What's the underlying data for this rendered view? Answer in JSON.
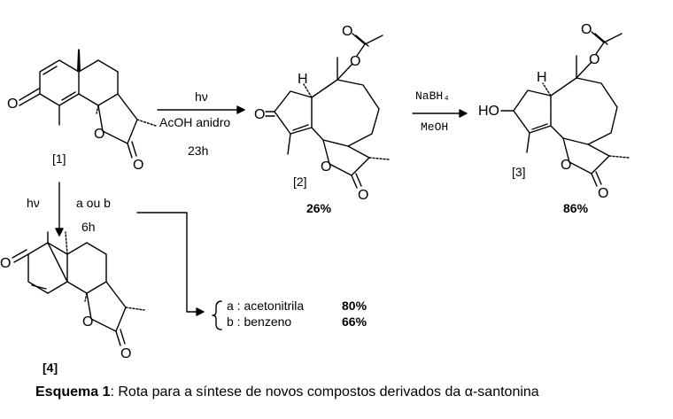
{
  "compounds": {
    "c1": {
      "label": "[1]",
      "atoms": {
        "o_ketone": "O",
        "o_ring": "O",
        "o_carbonyl": "O"
      }
    },
    "c2": {
      "label": "[2]",
      "yield": "26%",
      "atoms": {
        "o_ketone": "O",
        "o_ester": "O",
        "o_acyl": "O",
        "o_ring": "O",
        "o_carbonyl": "O",
        "h": "H"
      }
    },
    "c3": {
      "label": "[3]",
      "yield": "86%",
      "atoms": {
        "ho": "HO",
        "o_ester": "O",
        "o_acyl": "O",
        "o_ring": "O",
        "o_carbonyl": "O",
        "h": "H"
      }
    },
    "c4": {
      "label": "[4]",
      "atoms": {
        "o_ketone": "O",
        "o_ring": "O",
        "o_carbonyl": "O"
      }
    }
  },
  "arrows": {
    "a1": {
      "above": "hν",
      "below1": "AcOH anidro",
      "below2": "23h"
    },
    "a2": {
      "above": "NaBH₄",
      "below": "MeOH"
    },
    "a3": {
      "left": "hν",
      "right1": "a ou b",
      "right2": "6h"
    }
  },
  "conditions": [
    {
      "text": "a : acetonitrila",
      "yield": "80%"
    },
    {
      "text": "b : benzeno",
      "yield": "66%"
    }
  ],
  "caption": {
    "bold": "Esquema 1",
    "rest": ": Rota para a síntese de novos compostos derivados da α-santonina"
  }
}
